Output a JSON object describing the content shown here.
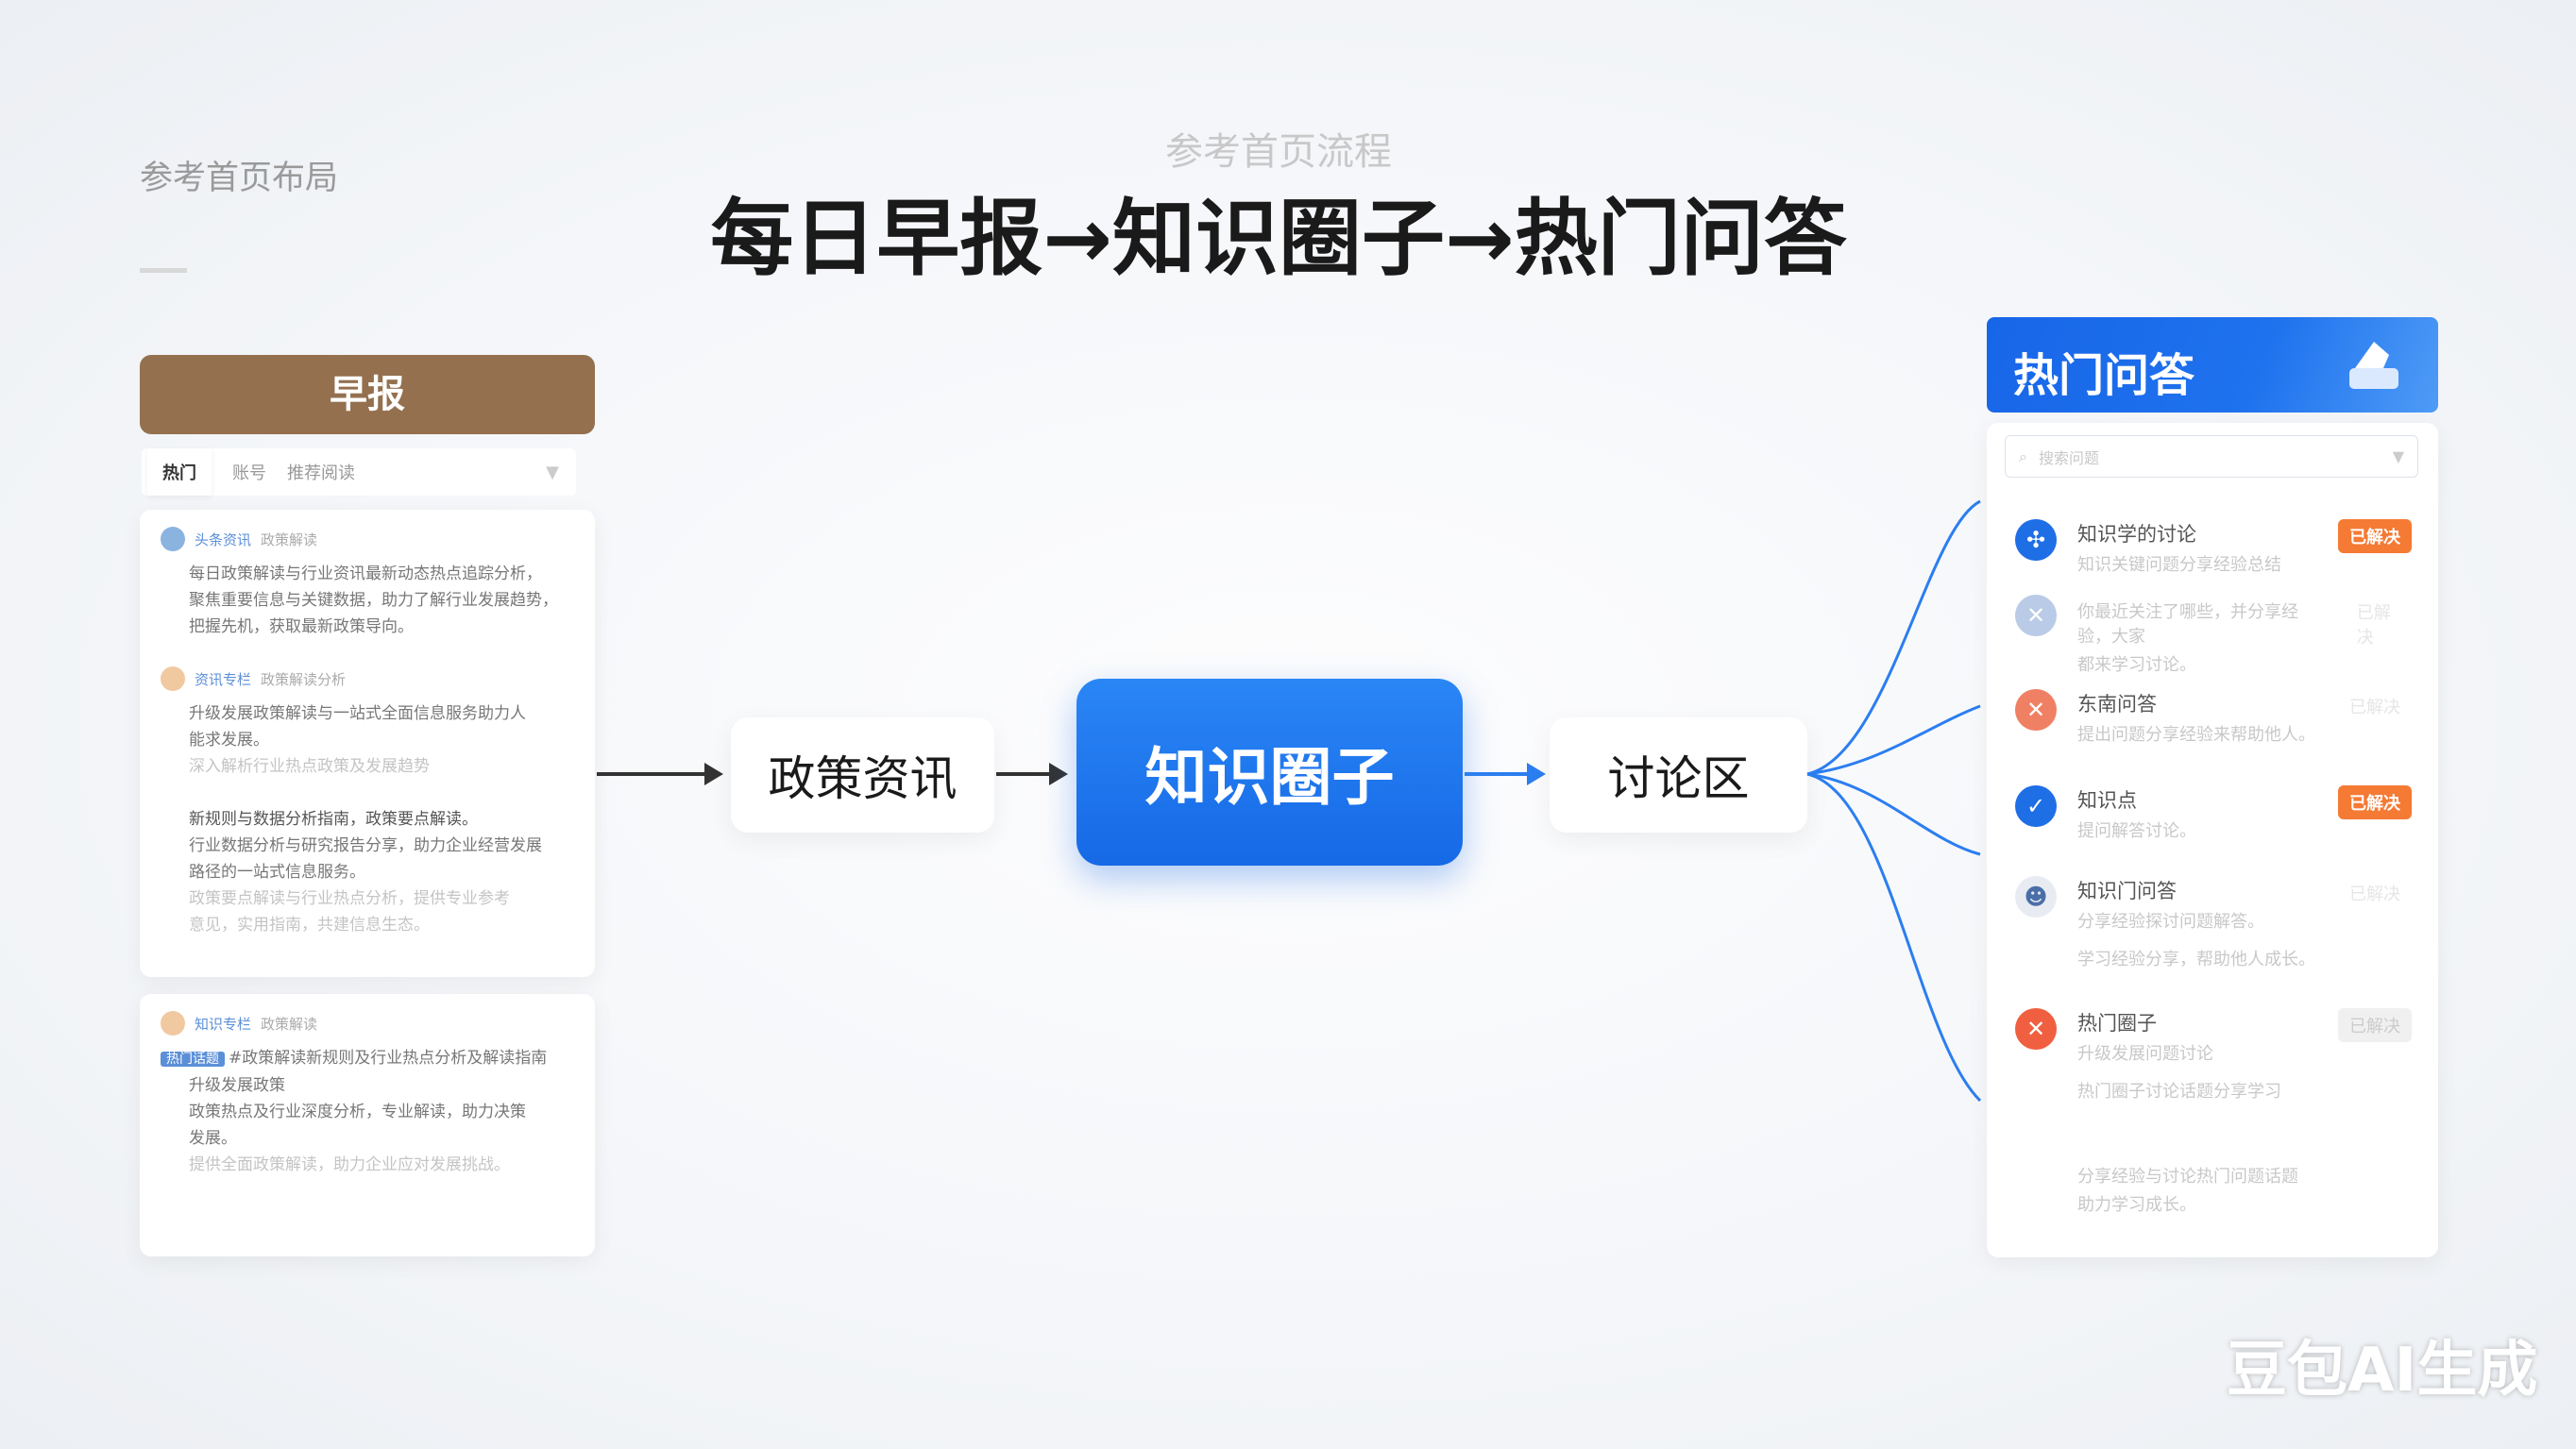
{
  "section_label": "参考首页布局",
  "flow_label": "参考首页流程",
  "title": "每日早报→知识圈子→热门问答",
  "colors": {
    "brown": "#94704f",
    "blue": "#1d7af0",
    "orange": "#f57a34"
  },
  "morning_report": {
    "header": "早报",
    "tabs": [
      "热门",
      "账号",
      "推荐阅读"
    ],
    "posts": [
      {
        "name": "头条资讯",
        "meta": "政策解读",
        "lines": [
          "每日政策解读与行业资讯最新动态热点追踪分析，",
          "聚焦重要信息与关键数据，助力了解行业发展趋势，",
          "把握先机，获取最新政策导向。"
        ]
      },
      {
        "name": "资讯专栏",
        "meta": "政策解读分析",
        "lines": [
          "升级发展政策解读与一站式全面信息服务助力人",
          "能求发展。",
          "深入解析行业热点政策及发展趋势"
        ]
      },
      {
        "name": "",
        "meta": "",
        "lines": [
          "新规则与数据分析指南，政策要点解读。",
          "行业数据分析与研究报告分享，助力企业经营发展",
          "路径的一站式信息服务。",
          "政策要点解读与行业热点分析，提供专业参考",
          "意见，实用指南，共建信息生态。"
        ]
      }
    ],
    "post2": {
      "name": "知识专栏",
      "meta": "政策解读",
      "tag": "热门话题",
      "lines": [
        "#政策解读新规则及行业热点分析及解读指南",
        "升级发展政策",
        "政策热点及行业深度分析，专业解读，助力决策",
        "发展。",
        "提供全面政策解读，助力企业应对发展挑战。"
      ]
    }
  },
  "flow": {
    "node1": "政策资讯",
    "node2": "知识圈子",
    "node3": "讨论区"
  },
  "hot_qa": {
    "header": "热门问答",
    "search_placeholder": "搜索问题",
    "items": [
      {
        "icon": "pulse-icon",
        "color": "#1e6ee6",
        "title": "知识学的讨论",
        "sub": "知识关键问题分享经验总结",
        "badge": "已解决",
        "badge_style": "solid"
      },
      {
        "icon": "tag-icon",
        "color": "#b9cbe6",
        "title": "",
        "sub": "你最近关注了哪些，并分享经验，大家",
        "sub2": "都来学习讨论。",
        "badge": "已解决",
        "badge_style": "faint"
      },
      {
        "icon": "tag-icon",
        "color": "#f08064",
        "title": "东南问答",
        "sub": "提出问题分享经验来帮助他人。",
        "badge": "已解决",
        "badge_style": "faint"
      },
      {
        "icon": "check-icon",
        "color": "#1e6ee6",
        "title": "知识点",
        "sub": "提问解答讨论。",
        "badge": "已解决",
        "badge_style": "solid"
      },
      {
        "icon": "user-icon",
        "color": "#e8ecf2",
        "title": "知识门问答",
        "sub": "分享经验探讨问题解答。",
        "sub2": "学习经验分享，帮助他人成长。",
        "badge": "已解决",
        "badge_style": "faint"
      },
      {
        "icon": "close-icon",
        "color": "#f06040",
        "title": "热门圈子",
        "sub": "升级发展问题讨论",
        "sub2": "热门圈子讨论话题分享学习",
        "badge": "已解决",
        "badge_style": "grey"
      },
      {
        "icon": "",
        "color": "",
        "title": "",
        "sub": "分享经验与讨论热门问题话题",
        "sub2": "助力学习成长。",
        "badge": "",
        "badge_style": ""
      }
    ]
  },
  "watermark": "豆包AI生成"
}
